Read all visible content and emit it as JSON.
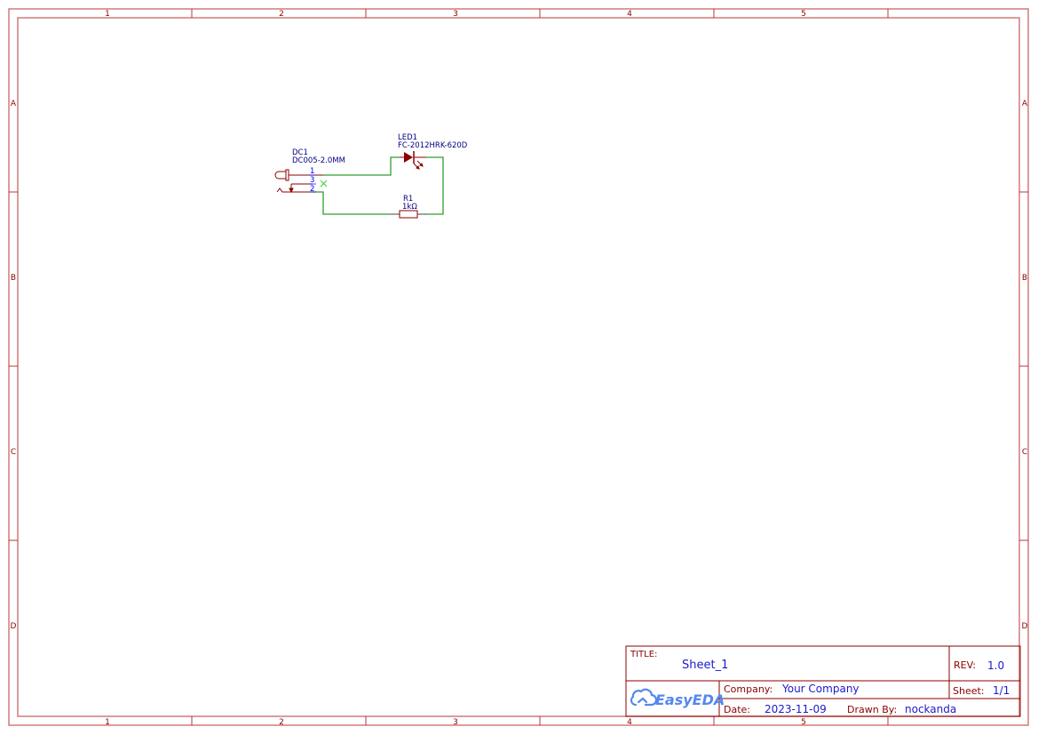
{
  "frame": {
    "border_color": "#b22222",
    "column_labels": [
      "1",
      "2",
      "3",
      "4",
      "5"
    ],
    "row_labels": [
      "A",
      "B",
      "C",
      "D"
    ]
  },
  "components": {
    "dc_jack": {
      "designator": "DC1",
      "value": "DC005-2.0MM",
      "pins": [
        "1",
        "3",
        "2"
      ]
    },
    "led": {
      "designator": "LED1",
      "value": "FC-2012HRK-620D"
    },
    "resistor": {
      "designator": "R1",
      "value": "1kΩ"
    }
  },
  "colors": {
    "wire": "#00a000",
    "symbol": "#8b0000",
    "text": "#000080",
    "pin_number": "#0000ff",
    "no_connect": "#33cc33",
    "title_value": "#0000cc",
    "easyeda_logo": "#5588ee"
  },
  "title_block": {
    "title_label": "TITLE:",
    "title_value": "Sheet_1",
    "rev_label": "REV:",
    "rev_value": "1.0",
    "logo_text": "EasyEDA",
    "company_label": "Company:",
    "company_value": "Your Company",
    "sheet_label": "Sheet:",
    "sheet_value": "1/1",
    "date_label": "Date:",
    "date_value": "2023-11-09",
    "drawn_by_label": "Drawn By:",
    "drawn_by_value": "nockanda"
  }
}
